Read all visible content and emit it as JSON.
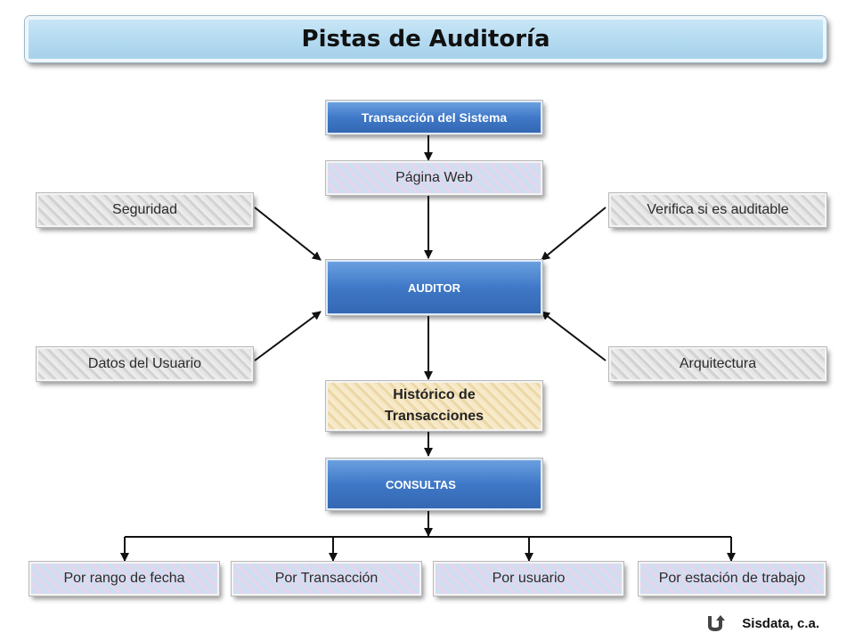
{
  "title": "Pistas de Auditoría",
  "nodes": {
    "transaccion": "Transacción del Sistema",
    "pagina_web": "Página Web",
    "seguridad": "Seguridad",
    "verifica": "Verifica si es auditable",
    "auditor": "AUDITOR",
    "datos_usuario": "Datos del Usuario",
    "arquitectura": "Arquitectura",
    "historico_line1": "Histórico de",
    "historico_line2": "Transacciones",
    "consultas": "CONSULTAS",
    "por_rango": "Por rango de fecha",
    "por_transaccion": "Por Transacción",
    "por_usuario": "Por usuario",
    "por_estacion": "Por estación de trabajo"
  },
  "footer": {
    "company": "Sisdata, c.a."
  },
  "colors": {
    "blue_box": "#3f78c7",
    "title_bar": "#b3daf0",
    "historico_box": "#ecd7a6"
  }
}
